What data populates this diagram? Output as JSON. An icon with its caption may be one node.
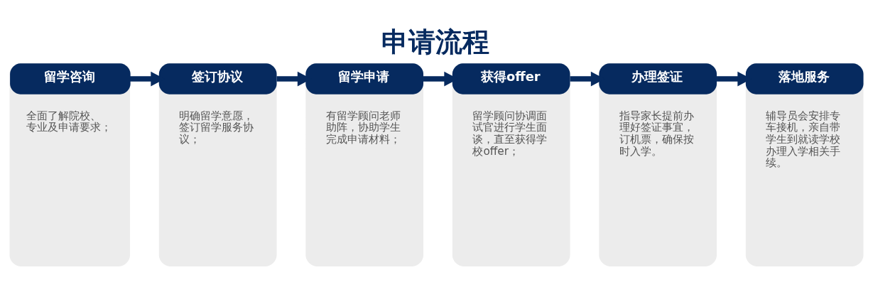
{
  "diagram": {
    "title": "申请流程",
    "nodes": [
      {
        "text": [
          "留学咨询",
          "全面了解院校、专业及申请要求；"
        ]
      },
      {
        "text": [
          "签订协议",
          "明确留学意愿，签订留学服务协议；"
        ]
      },
      {
        "text": [
          "留学申请",
          "有留学顾问老师助阵，协助学生完成申请材料；"
        ]
      },
      {
        "text": [
          "获得offer",
          "留学顾问协调面试官进行学生面谈，直至获得学校offer；"
        ]
      },
      {
        "text": [
          "办理签证",
          "指导家长提前办理好签证事宜，订机票，确保按时入学。"
        ]
      },
      {
        "text": [
          "落地服务",
          "辅导员会安排专车接机，亲自带学生到就读学校办理入学相关手续。"
        ]
      }
    ],
    "edges": [
      {
        "from": 0,
        "to": 1,
        "arrow": "to"
      },
      {
        "from": 1,
        "to": 2,
        "arrow": "to"
      },
      {
        "from": 2,
        "to": 3,
        "arrow": "to"
      },
      {
        "from": 3,
        "to": 4,
        "arrow": "to"
      },
      {
        "from": 4,
        "to": 5,
        "arrow": "to"
      }
    ]
  }
}
